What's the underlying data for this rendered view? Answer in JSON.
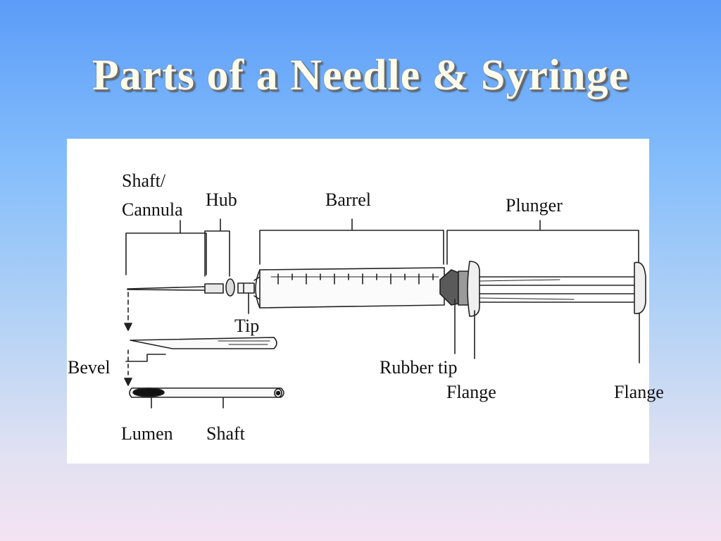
{
  "slide": {
    "title": "Parts of a Needle & Syringe"
  },
  "labels": {
    "shaft_cannula_line1": "Shaft/",
    "shaft_cannula_line2": "Cannula",
    "hub": "Hub",
    "barrel": "Barrel",
    "plunger": "Plunger",
    "tip": "Tip",
    "bevel": "Bevel",
    "rubber_tip": "Rubber tip",
    "flange_left": "Flange",
    "flange_right": "Flange",
    "lumen": "Lumen",
    "shaft": "Shaft"
  }
}
